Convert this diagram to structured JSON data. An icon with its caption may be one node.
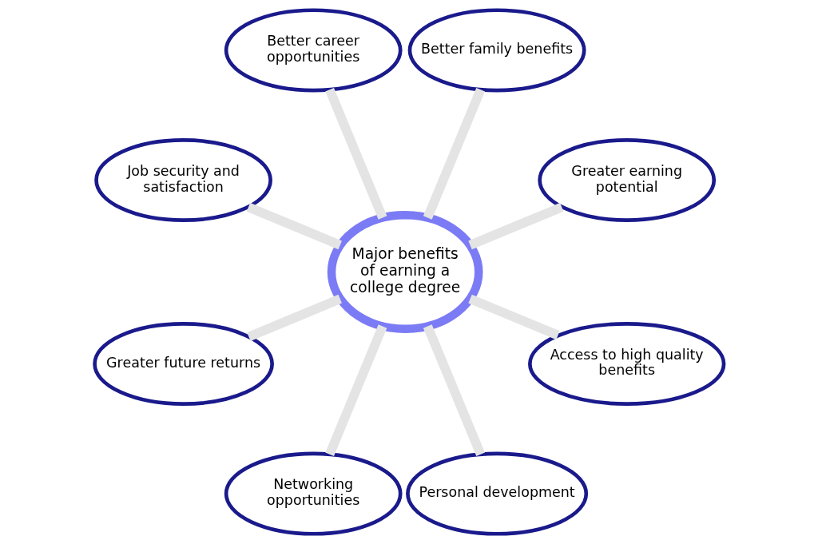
{
  "diagram": {
    "nodes": [
      {
        "text": [
          "Major benefits of earning a college degree"
        ]
      },
      {
        "text": [
          "Greater earning potential"
        ]
      },
      {
        "text": [
          "Access to high quality benefits"
        ]
      },
      {
        "text": [
          "Better family benefits"
        ]
      },
      {
        "text": [
          "Personal development"
        ]
      },
      {
        "text": [
          "Better career opportunities"
        ]
      },
      {
        "text": [
          "Networking opportunities"
        ]
      },
      {
        "text": [
          "Job security and satisfaction"
        ]
      },
      {
        "text": [
          "Greater future returns"
        ]
      }
    ],
    "edges": [
      {
        "from": 0,
        "to": 1,
        "arrow": "none"
      },
      {
        "from": 0,
        "to": 2,
        "arrow": "none"
      },
      {
        "from": 0,
        "to": 3,
        "arrow": "none"
      },
      {
        "from": 0,
        "to": 4,
        "arrow": "none"
      },
      {
        "from": 0,
        "to": 5,
        "arrow": "none"
      },
      {
        "from": 0,
        "to": 6,
        "arrow": "none"
      },
      {
        "from": 0,
        "to": 7,
        "arrow": "none"
      },
      {
        "from": 0,
        "to": 8,
        "arrow": "none"
      }
    ]
  }
}
